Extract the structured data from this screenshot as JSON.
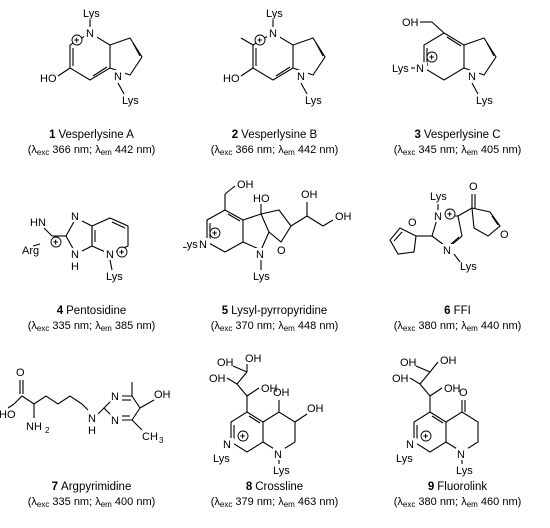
{
  "compounds": [
    {
      "number": "1",
      "name": "Vesperlysine A",
      "exc": "366",
      "em": "442",
      "atoms": {
        "lys_top": "Lys",
        "lys_bottom": "Lys",
        "n_top": "N",
        "n_bottom": "N",
        "ho": "HO",
        "charge": "+"
      }
    },
    {
      "number": "2",
      "name": "Vesperlysine B",
      "exc": "366",
      "em": "442",
      "atoms": {
        "lys_top": "Lys",
        "lys_bottom": "Lys",
        "n_top": "N",
        "n_bottom": "N",
        "ho": "HO",
        "charge": "+"
      }
    },
    {
      "number": "3",
      "name": "Vesperlysine C",
      "exc": "345",
      "em": "405",
      "atoms": {
        "oh": "OH",
        "lys_left": "Lys",
        "lys_bottom": "Lys",
        "n_left": "N",
        "n_bottom": "N",
        "charge": "+"
      }
    },
    {
      "number": "4",
      "name": "Pentosidine",
      "exc": "335",
      "em": "385",
      "atoms": {
        "hn": "HN",
        "arg": "Arg",
        "n1": "N",
        "nh": "N",
        "h": "H",
        "n_py": "N",
        "lys": "Lys",
        "charge": "+"
      }
    },
    {
      "number": "5",
      "name": "Lysyl-pyrropyridine",
      "exc": "370",
      "em": "448",
      "atoms": {
        "oh1": "OH",
        "ho": "HO",
        "oh2": "OH",
        "oh3": "OH",
        "o": "O",
        "lys_left": "Lys",
        "n_left": "N",
        "n_bottom": "N",
        "lys_bottom": "Lys",
        "charge": "+"
      }
    },
    {
      "number": "6",
      "name": "FFI",
      "exc": "380",
      "em": "440",
      "atoms": {
        "lys_top": "Lys",
        "n_top": "N",
        "o_carbonyl": "O",
        "o_furan1": "O",
        "o_furan2": "O",
        "n_bottom": "N",
        "lys_bottom": "Lys",
        "charge": "+"
      }
    },
    {
      "number": "7",
      "name": "Argpyrimidine",
      "exc": "335",
      "em": "400",
      "atoms": {
        "o": "O",
        "ho": "HO",
        "nh2": "NH",
        "nh2_sub": "2",
        "nh": "N",
        "h": "H",
        "n1": "N",
        "n2": "N",
        "oh": "OH",
        "ch3": "CH",
        "ch3_sub": "3"
      }
    },
    {
      "number": "8",
      "name": "Crossline",
      "exc": "379",
      "em": "463",
      "atoms": {
        "oh1": "OH",
        "oh2": "OH",
        "oh3": "OH",
        "oh4": "OH",
        "oh5": "OH",
        "oh6": "OH",
        "n_left": "N",
        "lys_left": "Lys",
        "n_bottom": "N",
        "lys_bottom": "Lys",
        "charge": "+"
      }
    },
    {
      "number": "9",
      "name": "Fluorolink",
      "exc": "380",
      "em": "460",
      "atoms": {
        "oh1": "OH",
        "oh2": "OH",
        "oh3": "OH",
        "oh4": "OH",
        "o": "O",
        "n_left": "N",
        "lys_left": "Lys",
        "n_bottom": "N",
        "lys_bottom": "Lys",
        "charge": "+"
      }
    }
  ],
  "caption_format": {
    "open": "(",
    "lambda": "λ",
    "exc_sub": "exc",
    "em_sub": "em",
    "unit": "nm",
    "sep": ";",
    "close": ")"
  }
}
